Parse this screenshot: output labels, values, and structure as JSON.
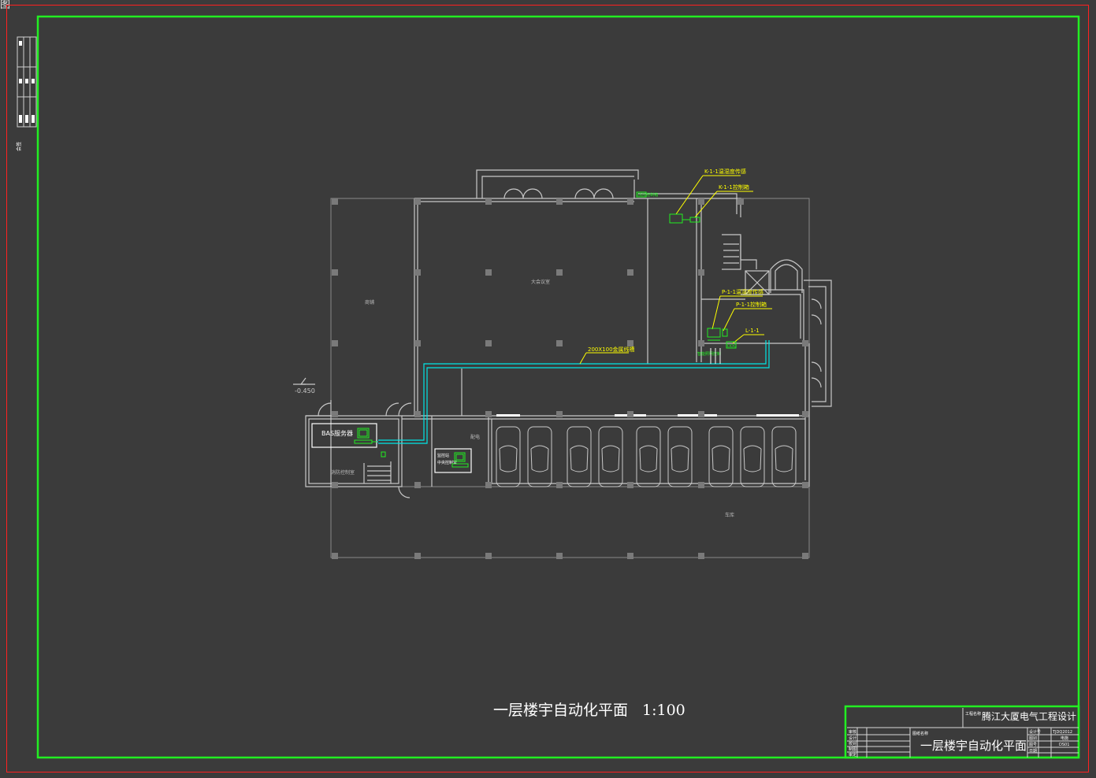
{
  "app": {
    "corner_label": "图"
  },
  "colors": {
    "background": "#3b3b3b",
    "sheet_border": "#ff2020",
    "frame": "#22ee22",
    "walls": "#c8c8c8",
    "columns": "#7a7a7a",
    "callout": "#ffff00",
    "equipment": "#22ee22",
    "cable_tray": "#00e5e5"
  },
  "drawing": {
    "title": "一层楼宇自动化平面",
    "scale": "1:100",
    "level_mark": "-0.450",
    "rooms": {
      "shop": "商铺",
      "meeting": "大会议室",
      "garage": "车库",
      "distribution": "配电",
      "control": "消防控制室"
    },
    "cable_tray_label": "200X100金属线槽",
    "callouts": {
      "k_sensor": "K-1-1温湿度传感",
      "k_controller": "K-1-1控制箱",
      "p_sensor": "P-1-1温湿度传感",
      "p_controller": "P-1-1控制箱",
      "l_panel": "L-1-1",
      "ddc_small": "DDC",
      "ddc_top": "DDC控制箱",
      "p_bottom": "智能照明控制"
    },
    "bas": {
      "label": "BAS服务器"
    },
    "workstation": {
      "line1": "监控站",
      "line2": "中央控制室"
    }
  },
  "title_block": {
    "project_label": "工程名称",
    "project_name": "腾江大厦电气工程设计",
    "drawing_label": "图纸名称",
    "drawing_name": "一层楼宇自动化平面",
    "left_labels": [
      "审核",
      "设计",
      "校对",
      "制图",
      "审定"
    ],
    "right_labels": [
      "设计号",
      "图别",
      "图号",
      "日期"
    ],
    "right_values": [
      "TJDQ2012",
      "电施",
      "DS01",
      ""
    ]
  },
  "sidebar": {
    "label": "会签"
  }
}
